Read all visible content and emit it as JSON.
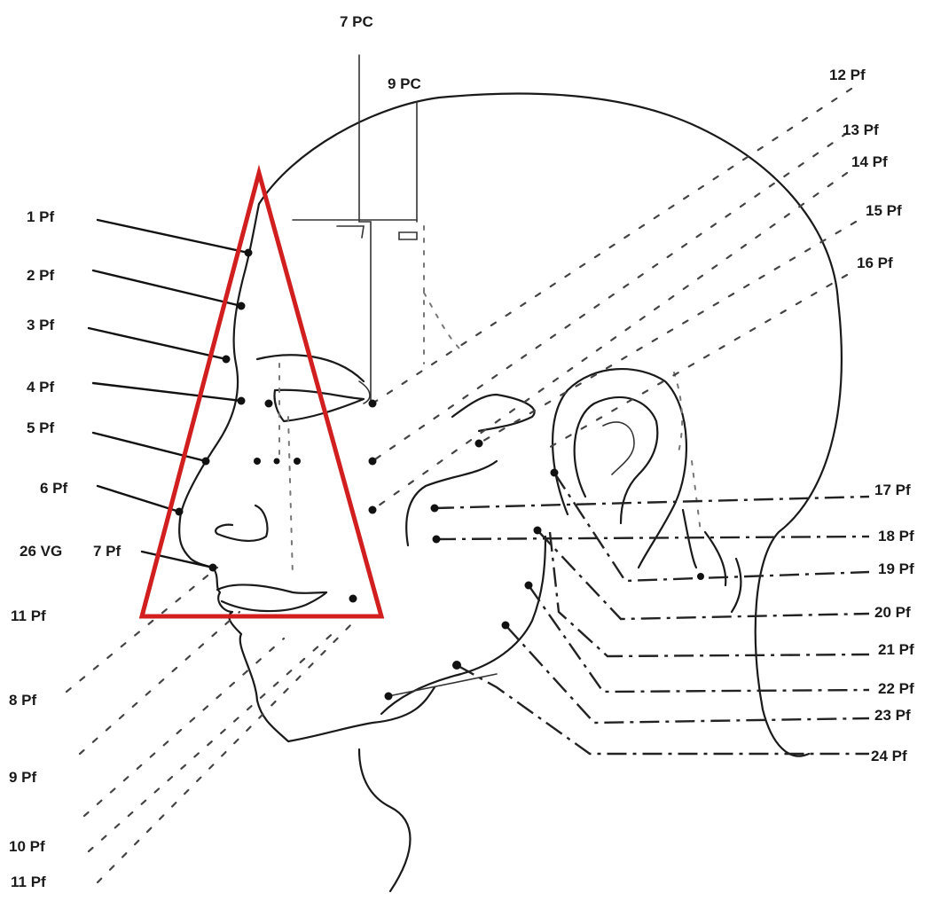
{
  "figure": {
    "highlight_color": "#d11f1f",
    "labels": {
      "pc7": "7 PC",
      "pc9": "9 PC",
      "pf1": "1 Pf",
      "pf2": "2 Pf",
      "pf3": "3 Pf",
      "pf4": "4 Pf",
      "pf5": "5 Pf",
      "pf6": "6 Pf",
      "vg26": "26 VG",
      "pf7": "7 Pf",
      "pf11a": "11 Pf",
      "pf8": "8 Pf",
      "pf9": "9 Pf",
      "pf10": "10 Pf",
      "pf11b": "11 Pf",
      "pf12": "12 Pf",
      "pf13": "13 Pf",
      "pf14": "14 Pf",
      "pf15": "15 Pf",
      "pf16": "16 Pf",
      "pf17": "17 Pf",
      "pf18": "18 Pf",
      "pf19": "19 Pf",
      "pf20": "20 Pf",
      "pf21": "21 Pf",
      "pf22": "22 Pf",
      "pf23": "23 Pf",
      "pf24": "24 Pf"
    }
  }
}
